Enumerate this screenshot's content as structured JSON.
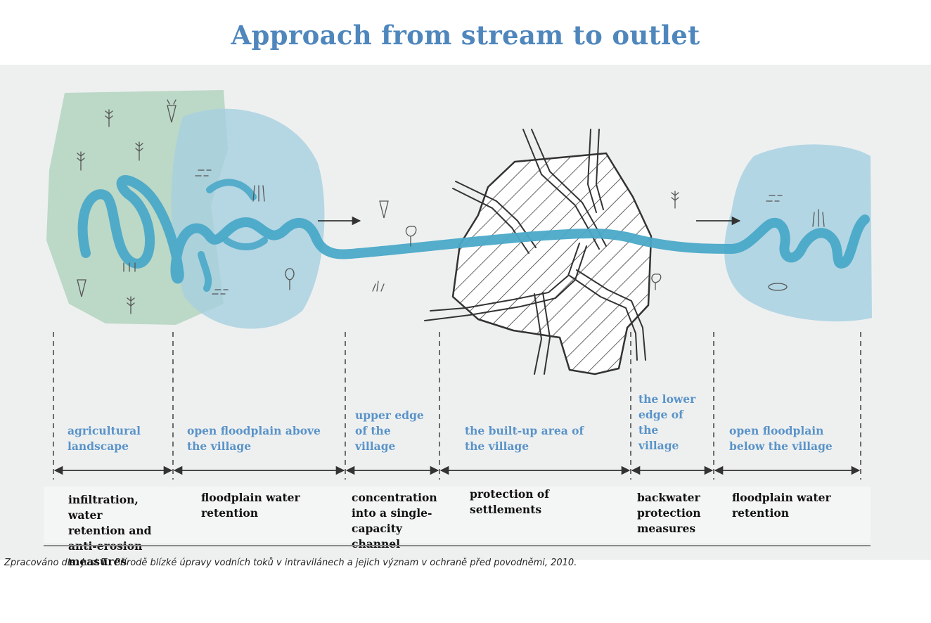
{
  "title": "Approach from stream to outlet",
  "colors": {
    "title": "#4f87bd",
    "zone_label": "#5a93c8",
    "river": "#4aa9c8",
    "paper": "#eef0f0"
  },
  "zones": [
    {
      "label": "agricultural\nlandscape",
      "measure": "infiltration,\nwater\nretention and\nanti-erosion\nmeasures"
    },
    {
      "label": "open floodplain above\nthe village",
      "measure": "floodplain water\nretention"
    },
    {
      "label": "upper edge\nof the\nvillage",
      "measure": "concentration\ninto a single-\ncapacity\nchannel"
    },
    {
      "label": "the built-up area of\nthe village",
      "measure": "protection of\nsettlements"
    },
    {
      "label": "the lower\nedge of\nthe\nvillage",
      "measure": "backwater\nprotection\nmeasures"
    },
    {
      "label": "open floodplain\nbelow the village",
      "measure": "floodplain water\nretention"
    }
  ],
  "citation": "Zpracováno dle: Just T.: Přírodě blízké úpravy vodních toků v intravilánech a jejich význam v ochraně před povodněmi, 2010."
}
